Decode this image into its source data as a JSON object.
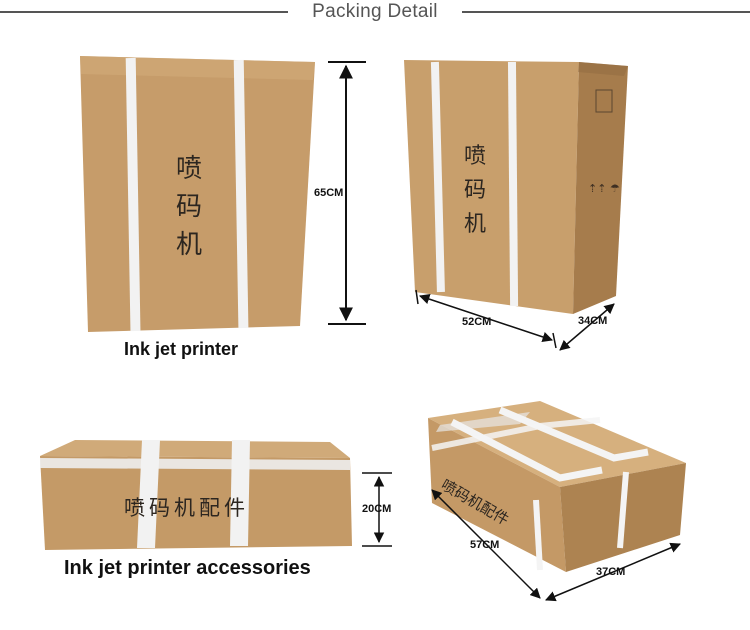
{
  "header": {
    "title": "Packing Detail"
  },
  "colors": {
    "cardboard": "#c9a06e",
    "cardboard_dark": "#a97f4f",
    "strap": "#f2f2f2",
    "ink": "#2c2620",
    "rule": "#555555"
  },
  "packages": [
    {
      "caption": "Ink jet printer",
      "box_print": "喷码机",
      "height": "65CM"
    },
    {
      "box_print": "喷码机",
      "length": "52CM",
      "depth": "34CM"
    },
    {
      "caption": "Ink jet printer accessories",
      "box_print": "喷码机配件",
      "height": "20CM"
    },
    {
      "box_print": "喷码机配件",
      "length": "57CM",
      "width": "37CM"
    }
  ]
}
